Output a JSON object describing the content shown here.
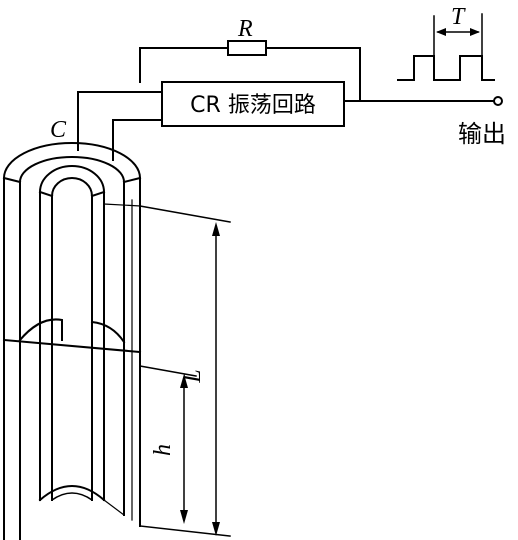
{
  "diagram": {
    "labels": {
      "resistor": "R",
      "period": "T",
      "capacitor": "C",
      "circuit_box": "CR 振荡回路",
      "output": "输出",
      "total_length": "L",
      "level_height": "h"
    },
    "colors": {
      "stroke": "#000000",
      "background": "#ffffff"
    }
  }
}
